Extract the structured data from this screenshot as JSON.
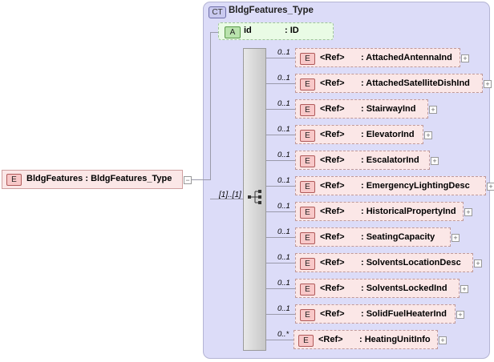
{
  "complex_type": {
    "badge": "CT",
    "title": "BldgFeatures_Type"
  },
  "attribute": {
    "badge": "A",
    "name": "id",
    "type": ": ID"
  },
  "root": {
    "badge": "E",
    "label": "BldgFeatures : BldgFeatures_Type"
  },
  "sequence": {
    "occurrence": "[1]..[1]"
  },
  "elements": [
    {
      "badge": "E",
      "ref": "<Ref>",
      "name": ": AttachedAntennaInd",
      "occurrence": "0..1"
    },
    {
      "badge": "E",
      "ref": "<Ref>",
      "name": ": AttachedSatelliteDishInd",
      "occurrence": "0..1"
    },
    {
      "badge": "E",
      "ref": "<Ref>",
      "name": ": StairwayInd",
      "occurrence": "0..1"
    },
    {
      "badge": "E",
      "ref": "<Ref>",
      "name": ": ElevatorInd",
      "occurrence": "0..1"
    },
    {
      "badge": "E",
      "ref": "<Ref>",
      "name": ": EscalatorInd",
      "occurrence": "0..1"
    },
    {
      "badge": "E",
      "ref": "<Ref>",
      "name": ": EmergencyLightingDesc",
      "occurrence": "0..1"
    },
    {
      "badge": "E",
      "ref": "<Ref>",
      "name": ": HistoricalPropertyInd",
      "occurrence": "0..1"
    },
    {
      "badge": "E",
      "ref": "<Ref>",
      "name": ": SeatingCapacity",
      "occurrence": "0..1"
    },
    {
      "badge": "E",
      "ref": "<Ref>",
      "name": ": SolventsLocationDesc",
      "occurrence": "0..1"
    },
    {
      "badge": "E",
      "ref": "<Ref>",
      "name": ": SolventsLockedInd",
      "occurrence": "0..1"
    },
    {
      "badge": "E",
      "ref": "<Ref>",
      "name": ": SolidFuelHeaterInd",
      "occurrence": "0..1"
    },
    {
      "badge": "E",
      "ref": "<Ref>",
      "name": ": HeatingUnitInfo",
      "occurrence": "0..*"
    }
  ]
}
